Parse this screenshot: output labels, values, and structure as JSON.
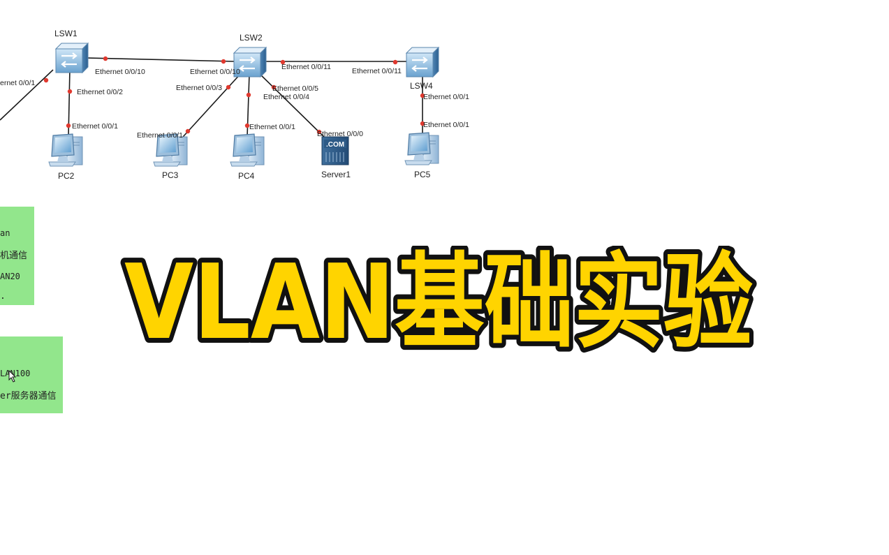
{
  "devices": {
    "lsw1": "LSW1",
    "lsw2": "LSW2",
    "lsw4": "LSW4",
    "pc2": "PC2",
    "pc3": "PC3",
    "pc4": "PC4",
    "pc5": "PC5",
    "server1": "Server1"
  },
  "ports": {
    "lsw1_left": "ernet 0/0/1",
    "lsw1_e2": "Ethernet 0/0/2",
    "lsw1_e10": "Ethernet 0/0/10",
    "pc2_e1": "Ethernet 0/0/1",
    "lsw2_e10": "Ethernet 0/0/10",
    "lsw2_e11": "Ethernet 0/0/11",
    "lsw2_e3": "Ethernet 0/0/3",
    "lsw2_e5": "Ethernet 0/0/5",
    "lsw2_e4": "Ethernet 0/0/4",
    "pc3_e1": "Ethernet 0/0/1",
    "pc4_e1": "Ethernet 0/0/1",
    "server_e0": "Ethernet 0/0/0",
    "lsw4_e11": "Ethernet 0/0/11",
    "lsw4_e1": "Ethernet 0/0/1",
    "pc5_e1": "Ethernet 0/0/1"
  },
  "server_badge": ".COM",
  "notes": {
    "note1": [
      "an",
      "机通信",
      "AN20",
      "."
    ],
    "note2": [
      "LAN100",
      "er服务器通信"
    ]
  },
  "banner_title": "VLAN基础实验",
  "colors": {
    "link": "#1a1a1a",
    "port_dot": "#e0392f",
    "note_bg": "#92e68c",
    "title_fill": "#ffd400",
    "title_stroke": "#111111"
  }
}
